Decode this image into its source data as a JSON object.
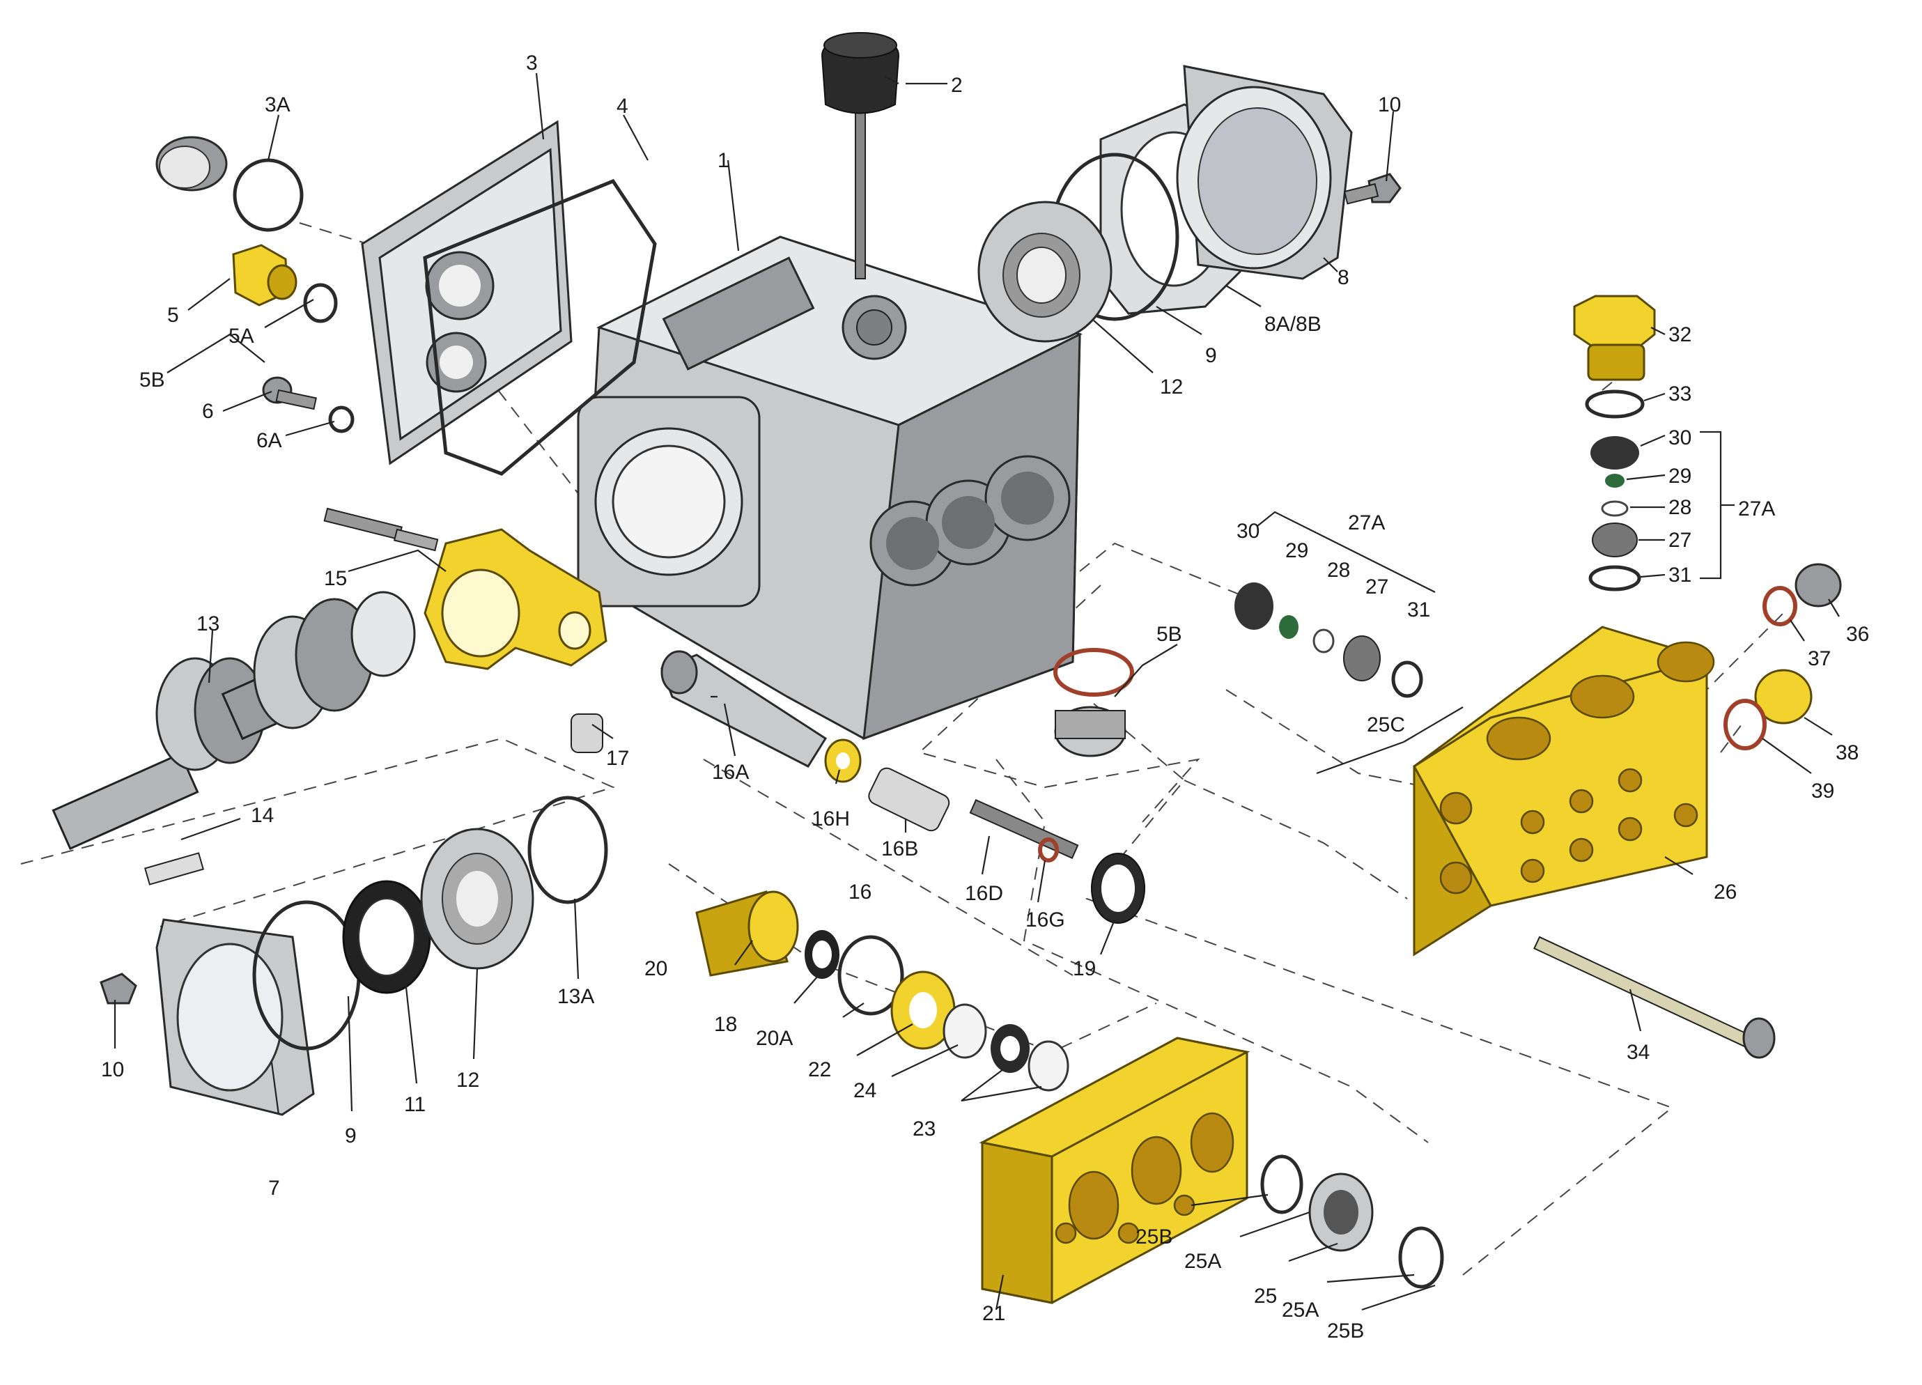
{
  "diagram": {
    "part_labels": {
      "p1": "1",
      "p2": "2",
      "p3": "3",
      "p3a": "3A",
      "p4": "4",
      "p5": "5",
      "p5a": "5A",
      "p5b_left": "5B",
      "p5b_right": "5B",
      "p6": "6",
      "p6a": "6A",
      "p7": "7",
      "p8": "8",
      "p8a8b": "8A/8B",
      "p9_top": "9",
      "p9_bottom": "9",
      "p10_top": "10",
      "p10_bottom": "10",
      "p11": "11",
      "p12_top": "12",
      "p12_bottom": "12",
      "p13": "13",
      "p13a": "13A",
      "p14": "14",
      "p15": "15",
      "p16": "16",
      "p16a": "16A",
      "p16b": "16B",
      "p16d": "16D",
      "p16g": "16G",
      "p16h": "16H",
      "p17": "17",
      "p18": "18",
      "p19": "19",
      "p20": "20",
      "p20a": "20A",
      "p21": "21",
      "p22": "22",
      "p23": "23",
      "p24": "24",
      "p25": "25",
      "p25a_left": "25A",
      "p25a_right": "25A",
      "p25b_left": "25B",
      "p25b_right": "25B",
      "p25c": "25C",
      "p26": "26",
      "p27_mid": "27",
      "p27_right": "27",
      "p27a_mid": "27A",
      "p27a_right": "27A",
      "p28_mid": "28",
      "p28_right": "28",
      "p29_mid": "29",
      "p29_right": "29",
      "p30_mid": "30",
      "p30_right": "30",
      "p31_mid": "31",
      "p31_right": "31",
      "p32": "32",
      "p33": "33",
      "p34": "34",
      "p36": "36",
      "p37": "37",
      "p38": "38",
      "p39": "39"
    },
    "colors": {
      "brass_parts": "#f2d22c",
      "metal_parts": "#c9cacc",
      "seal_red": "#a0402a"
    }
  }
}
